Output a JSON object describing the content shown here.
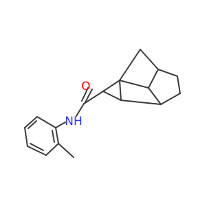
{
  "molecule": {
    "atoms": [
      {
        "id": "O",
        "symbol": "O",
        "color": "#ff0000"
      },
      {
        "id": "N",
        "symbol": "NH",
        "color": "#3333ff"
      }
    ],
    "colors": {
      "bond": "#3a3a3a",
      "oxygen": "#ff0000",
      "nitrogen": "#3333ff",
      "background": "#ffffff"
    }
  }
}
